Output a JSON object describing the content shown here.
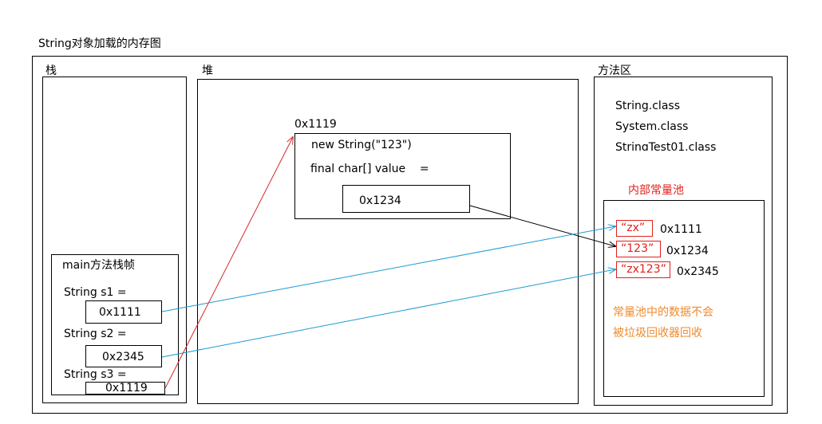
{
  "title": "String对象加载的内存图",
  "stack": {
    "label": "栈",
    "frame": {
      "label": "main方法栈帧",
      "vars": [
        {
          "label": "String s1 =",
          "value": "0x1111"
        },
        {
          "label": "String s2 =",
          "value": "0x2345"
        },
        {
          "label": "String s3 =",
          "value": "0x1119"
        }
      ]
    }
  },
  "heap": {
    "label": "堆",
    "object": {
      "address": "0x1119",
      "line1": "new String(\"123\")",
      "line2": "final char[] value    =",
      "value_ref": "0x1234"
    }
  },
  "method_area": {
    "label": "方法区",
    "classes": [
      "String.class",
      "System.class",
      "StringTest01.class"
    ],
    "pool": {
      "label": "内部常量池",
      "entries": [
        {
          "literal": "“zx”",
          "address": "0x1111"
        },
        {
          "literal": "“123”",
          "address": "0x1234"
        },
        {
          "literal": "“zx123”",
          "address": "0x2345"
        }
      ],
      "note_line1": "常量池中的数据不会",
      "note_line2": "被垃圾回收器回收"
    }
  },
  "colors": {
    "border": "#000000",
    "pool_red": "#e0201b",
    "note_orange": "#f08a2e",
    "arrow_blue": "#1a9bd0",
    "arrow_red": "#d42a2a"
  }
}
